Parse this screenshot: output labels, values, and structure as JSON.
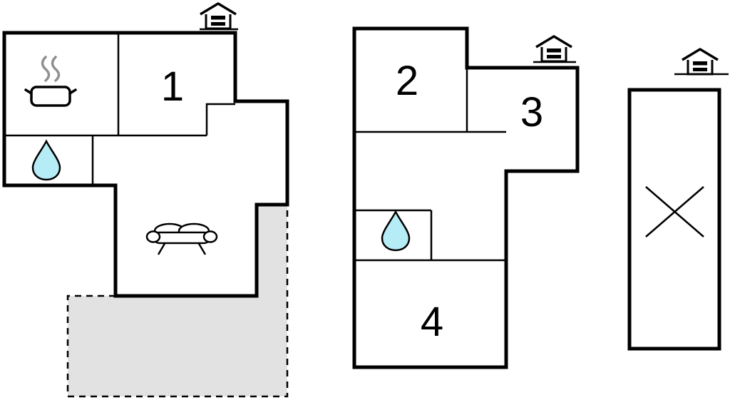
{
  "diagram": {
    "type": "floor-plan",
    "buildings_count": 3
  },
  "rooms": {
    "r1": "1",
    "r2": "2",
    "r3": "3",
    "r4": "4"
  },
  "colors": {
    "wall": "#000000",
    "background": "#ffffff",
    "terrace_fill": "#e2e2e2",
    "water_drop": "#b5ecf6",
    "steam": "#8f8f8f"
  },
  "icons": [
    {
      "name": "entrance-house-icon",
      "location": "left-building-top"
    },
    {
      "name": "entrance-house-icon",
      "location": "middle-building-top"
    },
    {
      "name": "entrance-house-icon",
      "location": "right-building-top"
    },
    {
      "name": "steaming-pot-icon",
      "location": "left-building-kitchen"
    },
    {
      "name": "water-drop-icon",
      "location": "left-building-bathroom"
    },
    {
      "name": "water-drop-icon",
      "location": "middle-building-bathroom"
    },
    {
      "name": "sofa-icon",
      "location": "left-building-living-room"
    },
    {
      "name": "diagonal-cross-icon",
      "location": "right-building"
    }
  ],
  "areas": [
    {
      "name": "terrace",
      "style": "dashed-outline-gray-fill"
    }
  ]
}
